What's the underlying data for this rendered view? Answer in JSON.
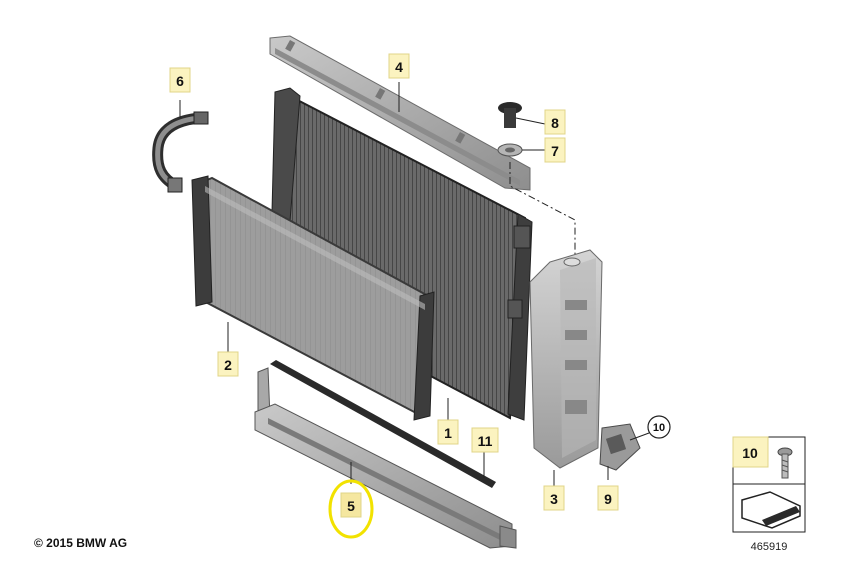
{
  "diagram": {
    "callouts": [
      {
        "id": "callout-1",
        "label": "1"
      },
      {
        "id": "callout-2",
        "label": "2"
      },
      {
        "id": "callout-3",
        "label": "3"
      },
      {
        "id": "callout-4",
        "label": "4"
      },
      {
        "id": "callout-5",
        "label": "5",
        "highlighted": true
      },
      {
        "id": "callout-6",
        "label": "6"
      },
      {
        "id": "callout-7",
        "label": "7"
      },
      {
        "id": "callout-8",
        "label": "8"
      },
      {
        "id": "callout-9",
        "label": "9"
      },
      {
        "id": "callout-10",
        "label": "10",
        "style": "circle"
      },
      {
        "id": "callout-11",
        "label": "11"
      }
    ],
    "legend_box": {
      "label": "10",
      "icon": "screw-icon",
      "lower_icon": "arrow-icon"
    },
    "copyright": "© 2015 BMW AG",
    "figure_number": "465919",
    "colors": {
      "label_box": "#fbf3c0",
      "label_border": "#e0d488",
      "highlight_ring": "#f2e200",
      "part_gray": "#a6a6a6",
      "part_dark": "#3a3a3a"
    }
  }
}
